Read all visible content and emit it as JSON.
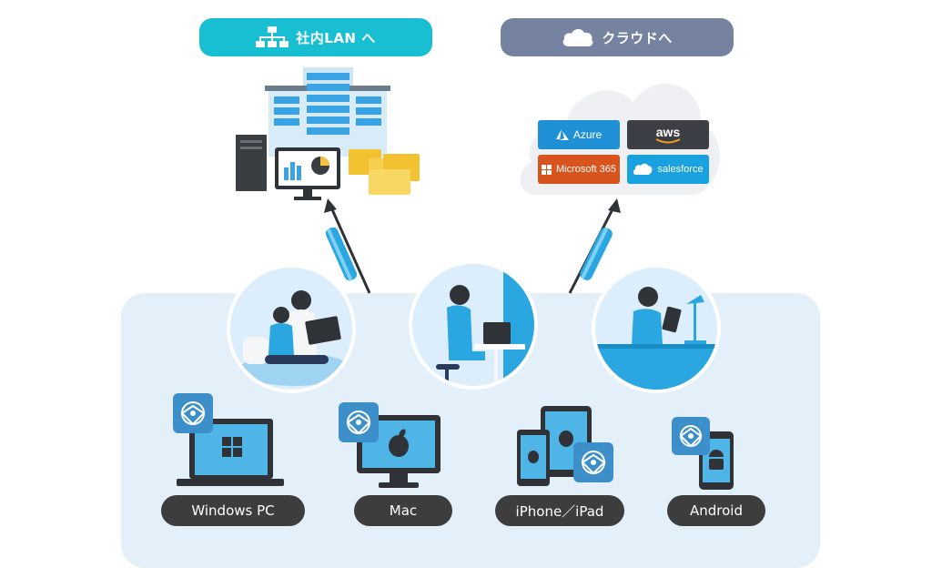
{
  "top": {
    "lan_label": "社内LAN へ",
    "cloud_label": "クラウドへ",
    "lan_color": "#18bfd3",
    "cloud_color": "#7582a0"
  },
  "cloud_services": [
    {
      "label": "Azure",
      "color": "#1f8fd6",
      "icon": "azure-icon"
    },
    {
      "label": "aws",
      "color": "#3b3f45",
      "icon": "aws-icon"
    },
    {
      "label": "Microsoft 365",
      "color": "#d9531e",
      "icon": "microsoft-icon"
    },
    {
      "label": "salesforce",
      "color": "#1aa1e0",
      "icon": "salesforce-icon"
    }
  ],
  "devices": [
    {
      "label": "Windows PC",
      "icon": "windows-laptop-icon"
    },
    {
      "label": "Mac",
      "icon": "mac-monitor-icon"
    },
    {
      "label": "iPhone／iPad",
      "icon": "iphone-ipad-icon"
    },
    {
      "label": "Android",
      "icon": "android-phone-icon"
    }
  ],
  "scenes": [
    {
      "icon": "home-work-scene-icon"
    },
    {
      "icon": "cafe-work-scene-icon"
    },
    {
      "icon": "remote-desk-scene-icon"
    }
  ]
}
